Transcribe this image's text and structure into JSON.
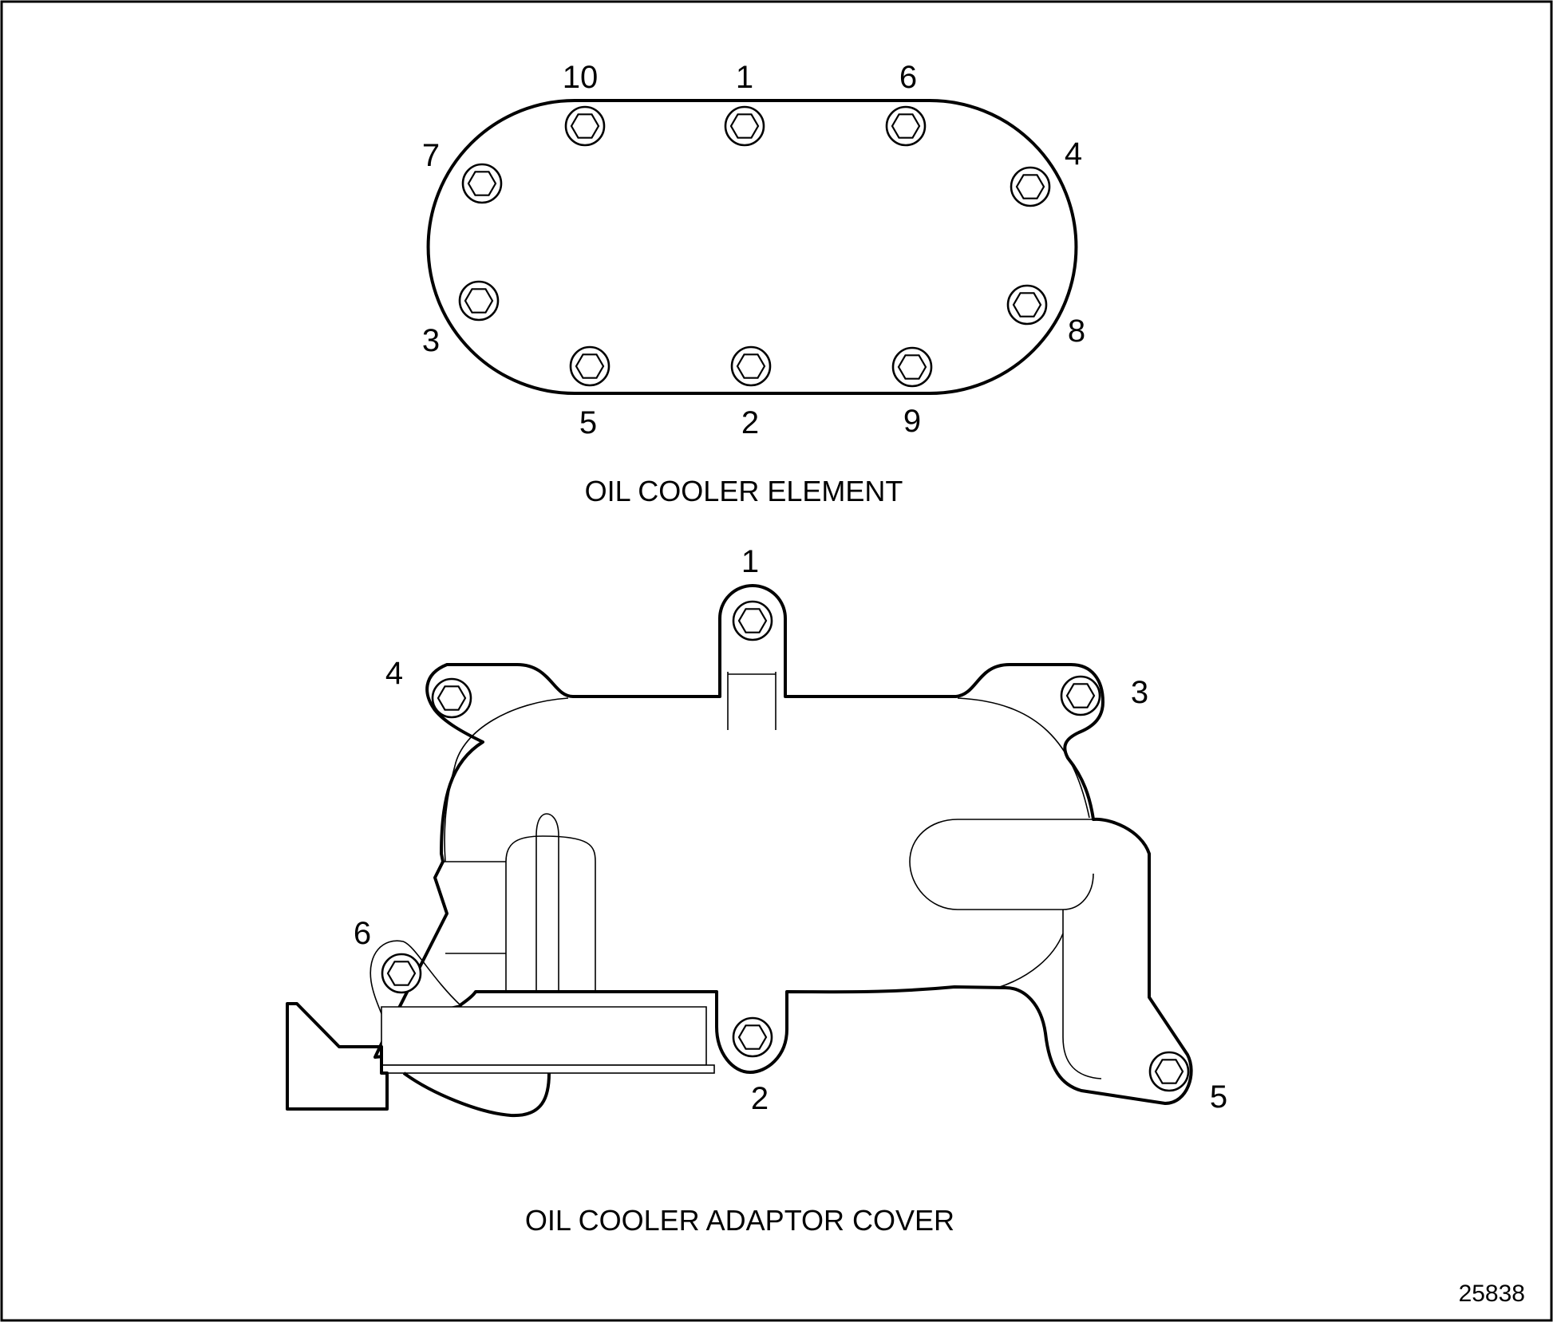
{
  "figure_number": "25838",
  "element": {
    "caption": "OIL COOLER ELEMENT",
    "bolt_sequence": [
      "10",
      "1",
      "6",
      "7",
      "4",
      "3",
      "8",
      "5",
      "2",
      "9"
    ]
  },
  "adaptor_cover": {
    "caption": "OIL COOLER ADAPTOR COVER",
    "bolt_sequence": [
      "1",
      "4",
      "3",
      "6",
      "2",
      "5"
    ]
  }
}
